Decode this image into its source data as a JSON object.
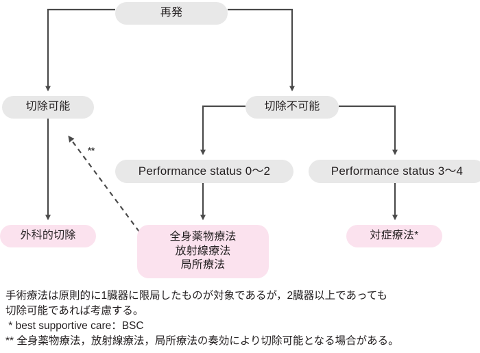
{
  "diagram": {
    "title_node": {
      "label": "再発",
      "shape": "rounded-rect",
      "fill": "#e8e8e8"
    },
    "nodes": [
      {
        "id": "recurrence",
        "label": "再発",
        "style": "gray"
      },
      {
        "id": "resectable",
        "label": "切除可能",
        "style": "gray"
      },
      {
        "id": "unresectable",
        "label": "切除不可能",
        "style": "gray"
      },
      {
        "id": "ps02",
        "label": "Performance status 0〜2",
        "style": "gray"
      },
      {
        "id": "ps34",
        "label": "Performance status 3〜4",
        "style": "gray"
      },
      {
        "id": "surgical",
        "label": "外科的切除",
        "style": "pink"
      },
      {
        "id": "systemic",
        "label": "全身薬物療法\n放射線療法\n局所療法",
        "style": "pink"
      },
      {
        "id": "bsc",
        "label": "対症療法*",
        "style": "pink"
      }
    ],
    "edge_marker": "**",
    "colors": {
      "gray_fill": "#e8e8e8",
      "pink_fill": "#fbe2ee",
      "line": "#4a4a4a",
      "text": "#231f20"
    }
  },
  "footnotes": {
    "note_main_line1": "手術療法は原則的に1臓器に限局したものが対象であるが，2臓器以上であっても",
    "note_main_line2": "切除可能であれば考慮する。",
    "note_single_asterisk": " * best supportive care：BSC",
    "note_double_asterisk": "** 全身薬物療法，放射線療法，局所療法の奏効により切除可能となる場合がある。"
  }
}
